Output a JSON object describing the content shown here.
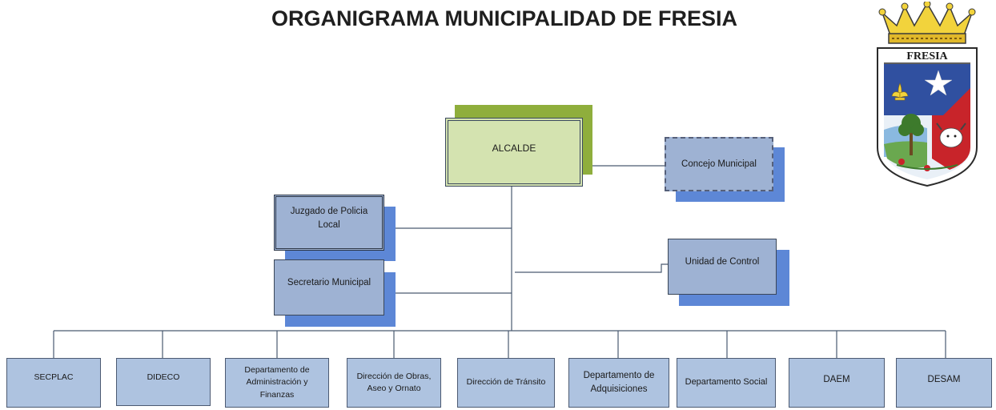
{
  "title": "ORGANIGRAMA MUNICIPALIDAD DE FRESIA",
  "crest": {
    "label": "FRESIA"
  },
  "nodes": {
    "alcalde": "ALCALDE",
    "concejo": "Concejo Municipal",
    "juzgado": "Juzgado de Policia Local",
    "secretario": "Secretario Municipal",
    "control": "Unidad de Control"
  },
  "departments": [
    "SECPLAC",
    "DIDECO",
    "Departamento de Administración y Finanzas",
    "Dirección de Obras, Aseo y Ornato",
    "Dirección de Tránsito",
    "Departamento de Adquisiciones",
    "Departamento Social",
    "DAEM",
    "DESAM"
  ],
  "colors": {
    "box_blue": "#9eb2d3",
    "shadow_blue": "#5d87d6",
    "alcalde_fill": "#d4e3b0",
    "alcalde_shadow": "#8fae3c"
  }
}
